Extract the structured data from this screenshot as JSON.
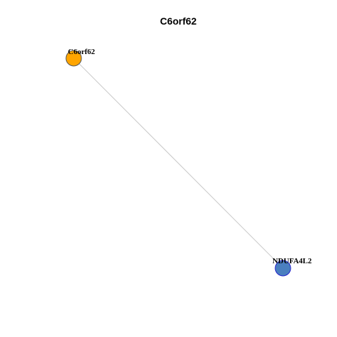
{
  "title": "C6orf62",
  "nodes": [
    {
      "id": "C6orf62",
      "label": "C6orf62",
      "fill": "#FFA500",
      "stroke": "#555555"
    },
    {
      "id": "NDUFA4L2",
      "label": "NDUFA4L2",
      "fill": "#4A7FBF",
      "stroke": "#2222CC"
    }
  ],
  "edges": [
    {
      "source": "C6orf62",
      "target": "NDUFA4L2",
      "color": "#C8C8C8"
    }
  ]
}
